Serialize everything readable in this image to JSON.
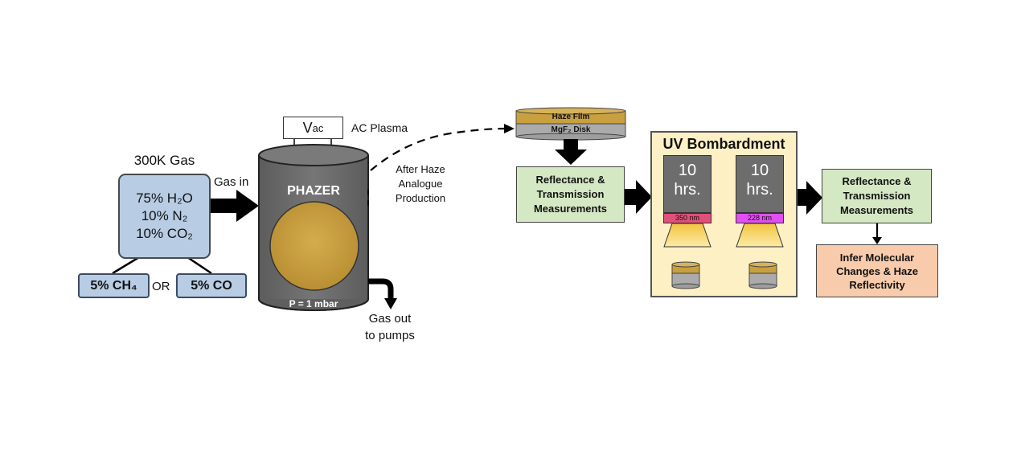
{
  "source": {
    "title": "300K Gas",
    "lines": [
      "75% H₂O",
      "10% N₂",
      "10% CO₂"
    ],
    "option_a": "5% CH₄",
    "or_label": "OR",
    "option_b": "5% CO"
  },
  "flow": {
    "gas_in": "Gas in",
    "gas_out": [
      "Gas out",
      "to pumps"
    ],
    "after_haze": [
      "After Haze",
      "Analogue",
      "Production"
    ]
  },
  "reactor": {
    "voltage_main": "V",
    "voltage_sub": "ac",
    "plasma_label": "AC Plasma",
    "name": "PHAZER",
    "pressure": "P = 1 mbar"
  },
  "sample": {
    "film_label": "Haze Film",
    "disk_label": "MgF₂ Disk"
  },
  "measure_1": [
    "Reflectance &",
    "Transmission",
    "Measurements"
  ],
  "uv": {
    "title": "UV Bombardment",
    "lamp_1": {
      "hours": "10",
      "unit": "hrs.",
      "wavelength": "350 nm",
      "band_color": "#e0507a"
    },
    "lamp_2": {
      "hours": "10",
      "unit": "hrs.",
      "wavelength": "228 nm",
      "band_color": "#e24ff0"
    }
  },
  "measure_2": [
    "Reflectance &",
    "Transmission",
    "Measurements"
  ],
  "infer": [
    "Infer Molecular",
    "Changes & Haze",
    "Reflectivity"
  ],
  "colors": {
    "gas_box": "#b8cce4",
    "measure_box": "#d5e8c4",
    "uv_panel": "#fdf0c5",
    "infer_box": "#f7cbab",
    "haze": "#c9a03f",
    "reactor": "#6d6d6d"
  }
}
